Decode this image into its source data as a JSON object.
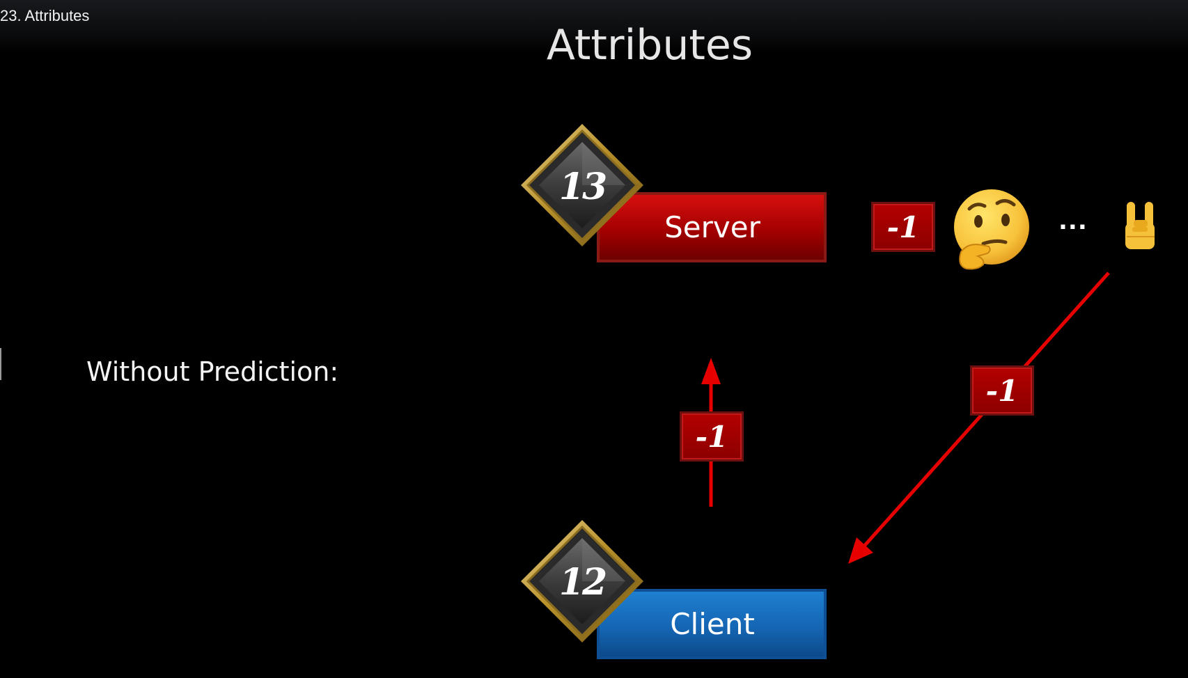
{
  "video": {
    "title": "23. Attributes"
  },
  "slide": {
    "title": "Attributes",
    "subtitle": "Without Prediction:"
  },
  "nodes": {
    "server": {
      "label": "Server",
      "value": "13",
      "color": "#c80000"
    },
    "client": {
      "label": "Client",
      "value": "12",
      "color": "#1a6fc4"
    }
  },
  "changes": {
    "server_badge": "-1",
    "up_arrow_badge": "-1",
    "diagonal_arrow_badge": "-1"
  },
  "decorations": {
    "ellipsis": "...",
    "thinking_icon": "thinking-face-emoji",
    "hand_icon": "sign-of-the-horns-emoji"
  },
  "colors": {
    "arrow": "#e60000",
    "gem_gold": "#b9962f",
    "gem_dark": "#3a3a3a"
  }
}
